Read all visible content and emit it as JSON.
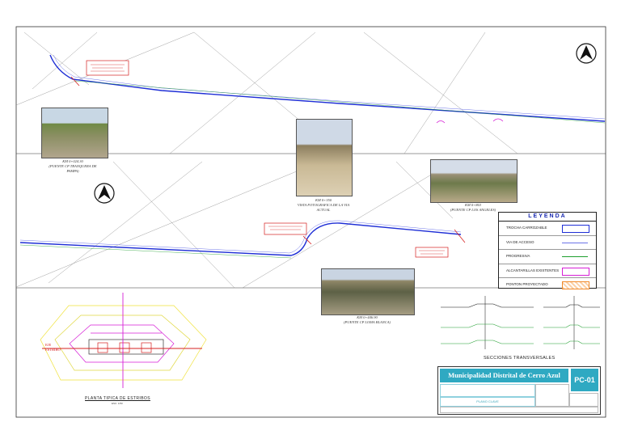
{
  "sheet": {
    "municipality": "Municipalidad Distrital de Cerro Azul",
    "code": "PC-01",
    "plano": "PLANO CLAVE"
  },
  "legend": {
    "title": "LEYENDA",
    "items": [
      {
        "label": "TROCHA CARROZABLE",
        "color": "#1f2fd6"
      },
      {
        "label": "VIA DE ACCESO",
        "color": "#6b73e8"
      },
      {
        "label": "PROGRESIVA",
        "color": "#1e9e2e"
      },
      {
        "label": "ALCANTARILLAS EXISTENTES",
        "color": "#d61fd6"
      },
      {
        "label": "PONTON PROYECTADO",
        "color": "#f08a2c"
      }
    ]
  },
  "photos": [
    {
      "caption": "KM 0+024.30\n(PUENTE CP TRANQUERA DE\nPAMPA)"
    },
    {
      "caption": "KM 0+350\nVISTA FOTOGRAFICA DE LA VIA\nACTUAL"
    },
    {
      "caption": "KM 0+863\n(PUENTE CP LOS ANGELES)"
    },
    {
      "caption": "KM 0+446.90\n(PUENTE CP LOMA BLANCA)"
    }
  ],
  "labels": {
    "secciones": "SECCIONES TRANSVERSALES",
    "planta": "PLANTA TIPICA DE ESTRIBOS",
    "planta_scale": "ESC: 1/50",
    "estribo": "EJE\nESTRIBO"
  }
}
